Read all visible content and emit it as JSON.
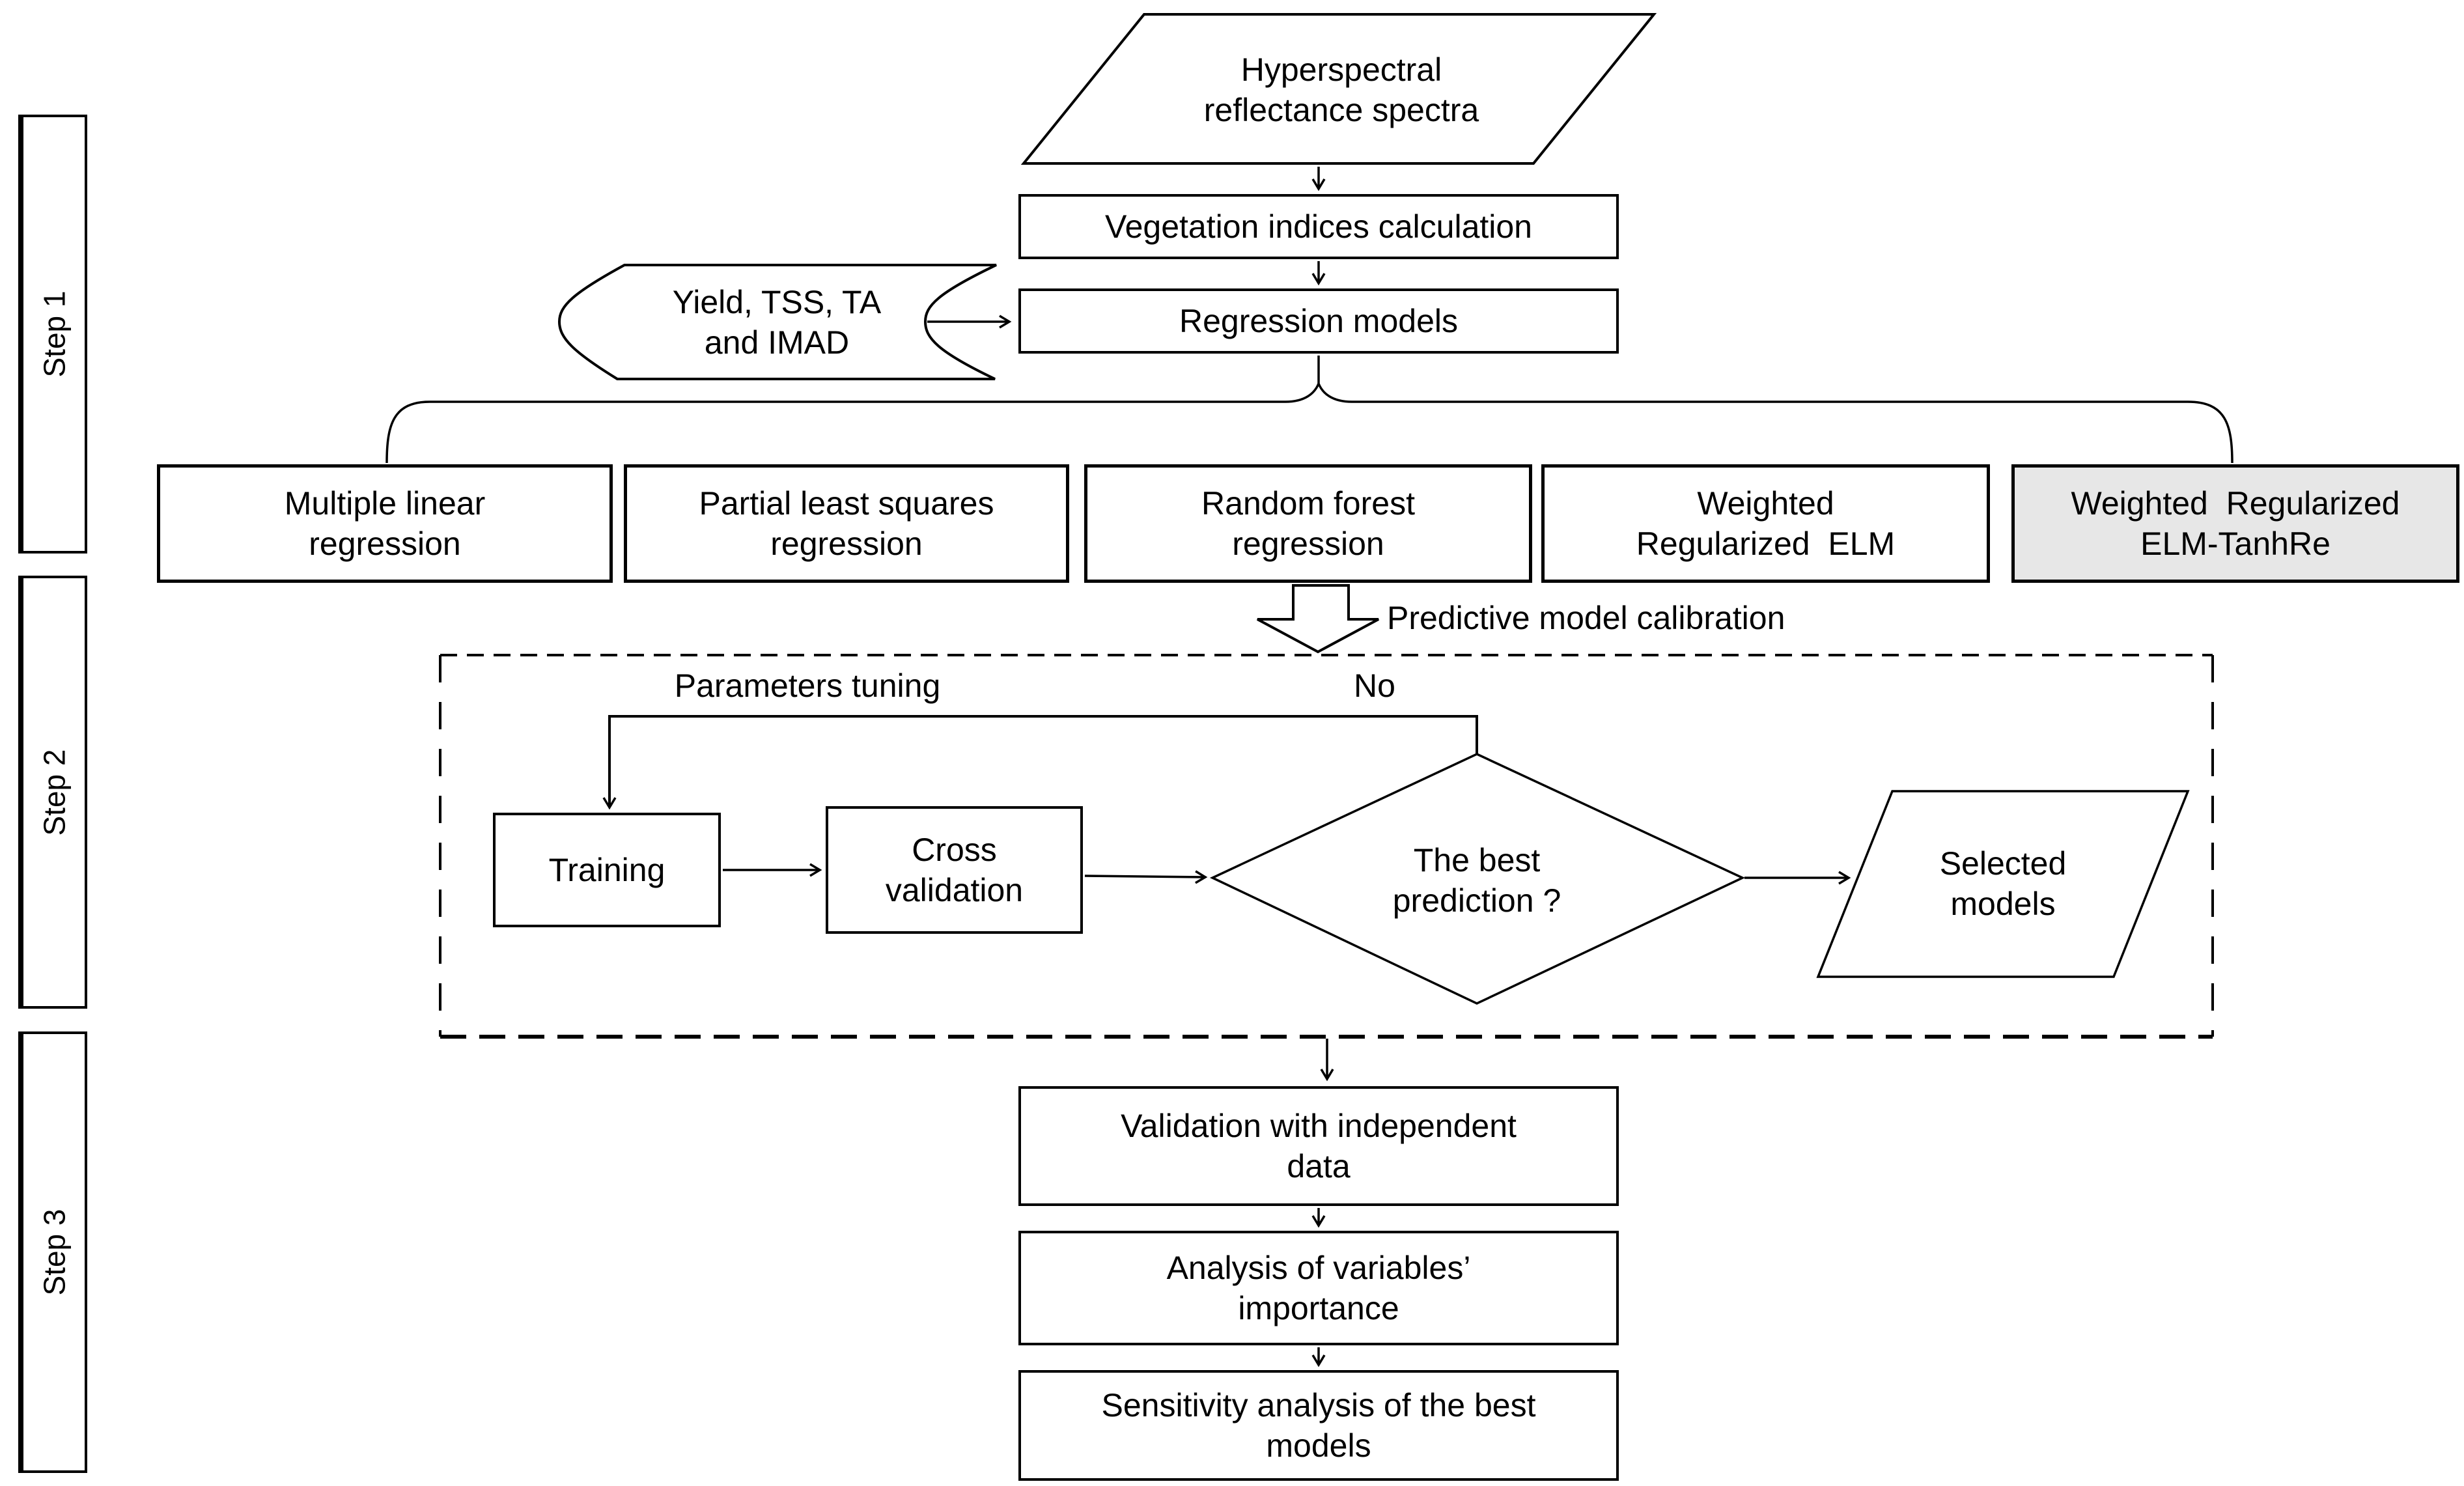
{
  "steps": {
    "step1": "Step 1",
    "step2": "Step 2",
    "step3": "Step 3"
  },
  "nodes": {
    "hyperspectral": "Hyperspectral\nreflectance spectra",
    "vegetation_indices": "Vegetation indices calculation",
    "target_variables": "Yield, TSS, TA\nand IMAD",
    "regression_models": "Regression models",
    "multiple_linear": "Multiple linear\nregression",
    "partial_least_squares": "Partial least squares\nregression",
    "random_forest": "Random forest\nregression",
    "weighted_regularized_elm": "Weighted\nRegularized  ELM",
    "weighted_regularized_elm_tanhre": "Weighted  Regularized\nELM-TanhRe",
    "training": "Training",
    "cross_validation": "Cross\nvalidation",
    "best_prediction": "The best\nprediction ?",
    "selected_models": "Selected\nmodels",
    "validation_independent": "Validation with independent\ndata",
    "variables_importance": "Analysis of variables’\nimportance",
    "sensitivity_analysis": "Sensitivity analysis of the best\nmodels"
  },
  "labels": {
    "predictive_model_calibration": "Predictive model calibration",
    "parameters_tuning": "Parameters tuning",
    "no": "No"
  },
  "colors": {
    "highlight_fill": "#e7e7e7",
    "line": "#000000",
    "background": "#ffffff"
  }
}
